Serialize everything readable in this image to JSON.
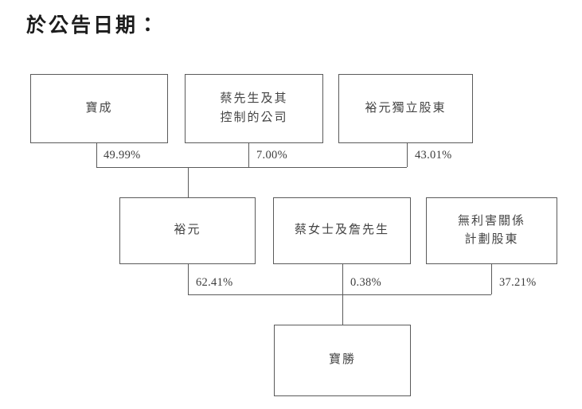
{
  "title": "於公告日期：",
  "diagram": {
    "type": "org-shareholding-chart",
    "nodes": {
      "bao_cheng": "寶成",
      "mr_tsai_group": "蔡先生及其\n控制的公司",
      "yue_yuen_independent": "裕元獨立股東",
      "yue_yuen": "裕元",
      "ms_tsai_mr_chan": "蔡女士及詹先生",
      "disinterested_holders": "無利害關係\n計劃股東",
      "bao_sheng": "寶勝"
    },
    "edges": [
      {
        "from": "bao_cheng",
        "to": "yue_yuen",
        "percent": "49.99%"
      },
      {
        "from": "mr_tsai_group",
        "to": "yue_yuen",
        "percent": "7.00%"
      },
      {
        "from": "yue_yuen_independent",
        "to": "yue_yuen",
        "percent": "43.01%"
      },
      {
        "from": "yue_yuen",
        "to": "bao_sheng",
        "percent": "62.41%"
      },
      {
        "from": "ms_tsai_mr_chan",
        "to": "bao_sheng",
        "percent": "0.38%"
      },
      {
        "from": "disinterested_holders",
        "to": "bao_sheng",
        "percent": "37.21%"
      }
    ],
    "percent_labels": {
      "p1": "49.99%",
      "p2": "7.00%",
      "p3": "43.01%",
      "p4": "62.41%",
      "p5": "0.38%",
      "p6": "37.21%"
    }
  },
  "colors": {
    "background": "#ffffff",
    "box_border": "#5a5a5a",
    "node_text": "#454545",
    "title_text": "#1c1c1c",
    "percent_text": "#3d3d3d",
    "connector": "#5a5a5a"
  }
}
